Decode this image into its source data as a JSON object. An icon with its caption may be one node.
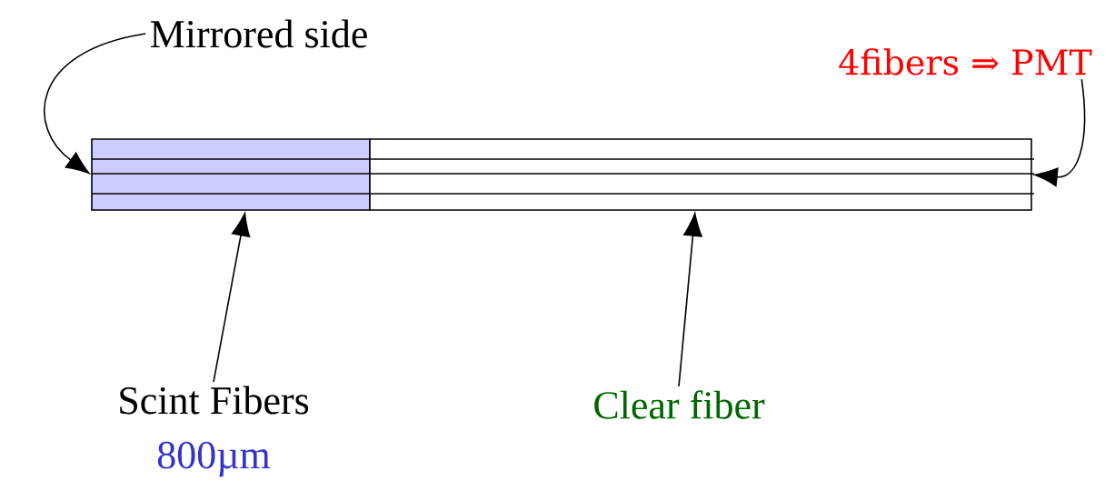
{
  "diagram": {
    "nodes": [
      {
        "text": [
          "Mirrored side"
        ]
      },
      {
        "text": [
          "4fibers ⇒ PMT"
        ]
      },
      {
        "text": [],
        "shape": "box"
      },
      {
        "text": [],
        "shape": "box"
      },
      {
        "text": [
          "Scint Fibers"
        ],
        "beside": [
          "800µm"
        ]
      },
      {
        "text": [
          "Clear fiber"
        ]
      }
    ],
    "edges": [
      {
        "from": 0,
        "to": 2,
        "arrow": "to"
      },
      {
        "from": 1,
        "to": 3,
        "arrow": "to"
      },
      {
        "from": 4,
        "to": 2,
        "arrow": "to"
      },
      {
        "from": 5,
        "to": 3,
        "arrow": "to"
      }
    ]
  }
}
